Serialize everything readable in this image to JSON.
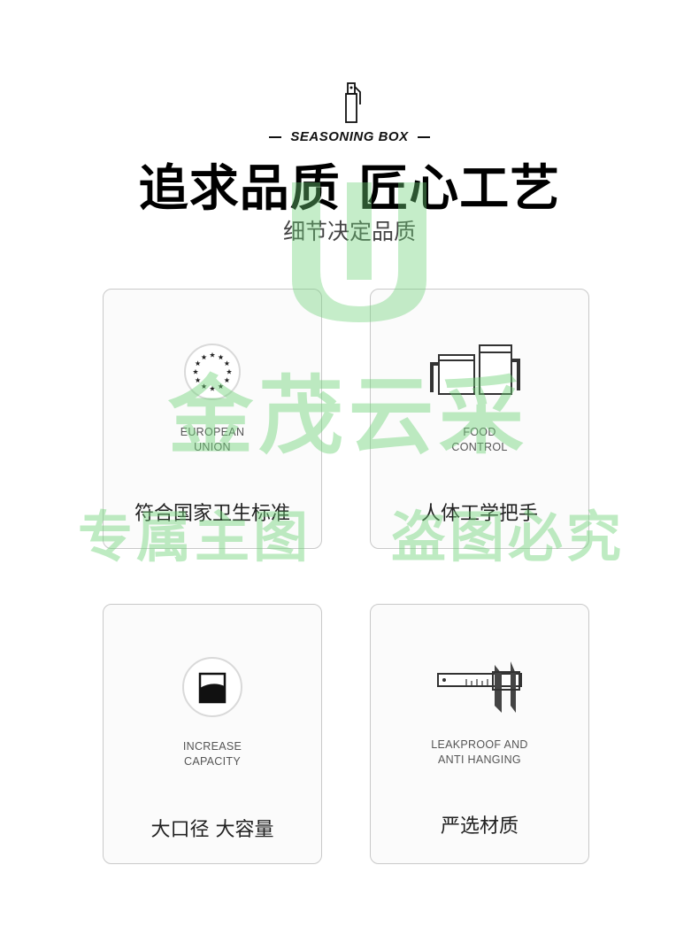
{
  "header": {
    "subtitle_en": "SEASONING BOX",
    "title": "追求品质 匠心工艺",
    "tagline": "细节决定品质"
  },
  "cards": [
    {
      "en_label": "EUROPEAN\nUNION",
      "cn_label": "符合国家卫生标准",
      "icon": "eu-stars-icon"
    },
    {
      "en_label": "FOOD\nCONTROL",
      "cn_label": "人体工学把手",
      "icon": "containers-icon"
    },
    {
      "en_label": "INCREASE\nCAPACITY",
      "cn_label": "大口径 大容量",
      "icon": "jar-capacity-icon"
    },
    {
      "en_label": "LEAKPROOF AND\nANTI HANGING",
      "cn_label": "严选材质",
      "icon": "caliper-icon"
    }
  ],
  "watermark": {
    "line1": "金茂云采",
    "line2_left": "专属主图",
    "line2_right": "盗图必究"
  },
  "colors": {
    "watermark_green": "#6ed278",
    "border": "#c9c9c9",
    "text_dark": "#111111"
  }
}
